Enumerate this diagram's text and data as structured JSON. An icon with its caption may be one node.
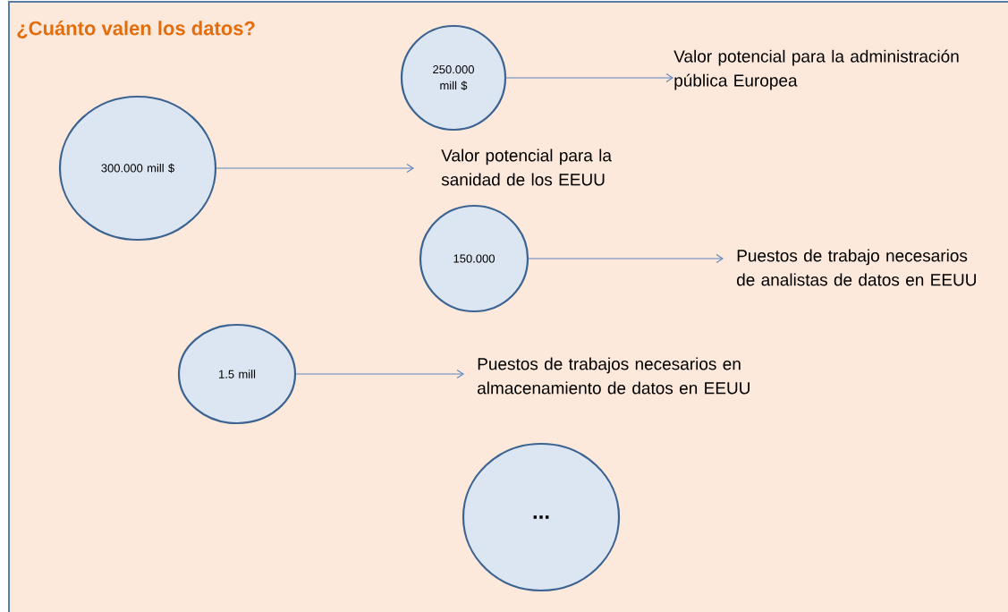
{
  "diagram": {
    "title": "¿Cuánto valen los datos?",
    "nodes": [
      {
        "text": [
          "250.000 mill $"
        ]
      },
      {
        "text": [
          "Valor potencial para la administración pública Europea"
        ]
      },
      {
        "text": [
          "300.000 mill $"
        ]
      },
      {
        "text": [
          "Valor potencial para la sanidad de los EEUU"
        ]
      },
      {
        "text": [
          "150.000"
        ]
      },
      {
        "text": [
          "Puestos de trabajo necesarios de analistas de datos en EEUU"
        ]
      },
      {
        "text": [
          "1.5 mill"
        ]
      },
      {
        "text": [
          "Puestos de trabajos necesarios en almacenamiento de datos en EEUU"
        ]
      },
      {
        "text": [
          "..."
        ]
      }
    ],
    "edges": [
      {
        "from": 0,
        "to": 1,
        "arrow": "to"
      },
      {
        "from": 2,
        "to": 3,
        "arrow": "to"
      },
      {
        "from": 4,
        "to": 5,
        "arrow": "to"
      },
      {
        "from": 6,
        "to": 7,
        "arrow": "to"
      }
    ]
  }
}
